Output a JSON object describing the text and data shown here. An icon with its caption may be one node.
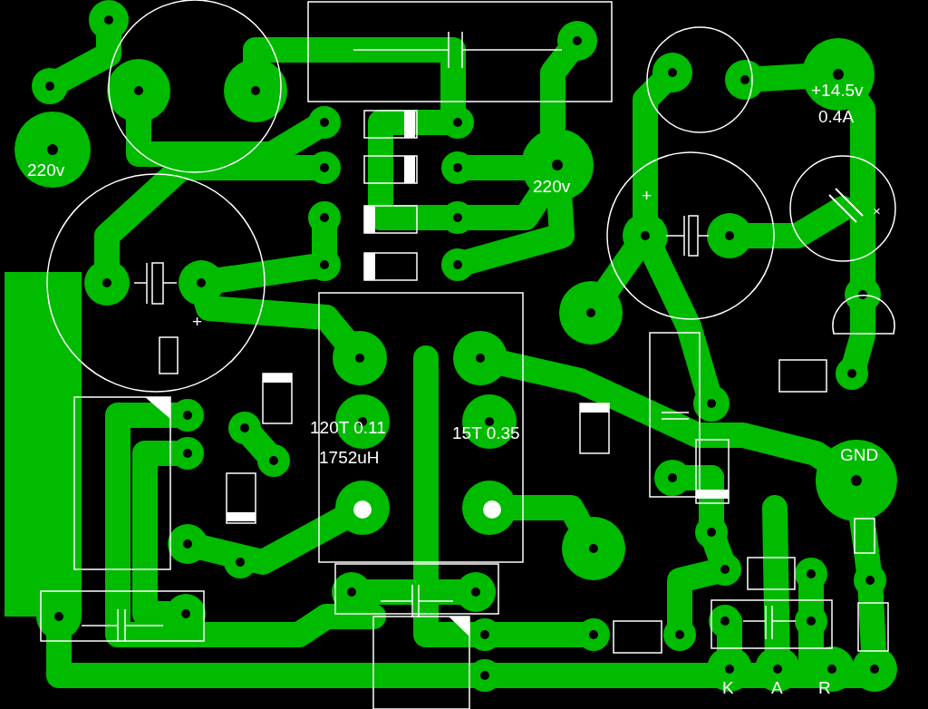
{
  "diagram": {
    "labels": [
      "+14.5v",
      "0.4A",
      "220v",
      "220v",
      "+",
      "×",
      "+",
      "120T 0.11",
      "15T 0.35",
      "1752uH",
      "GND",
      "K",
      "A",
      "R"
    ]
  }
}
